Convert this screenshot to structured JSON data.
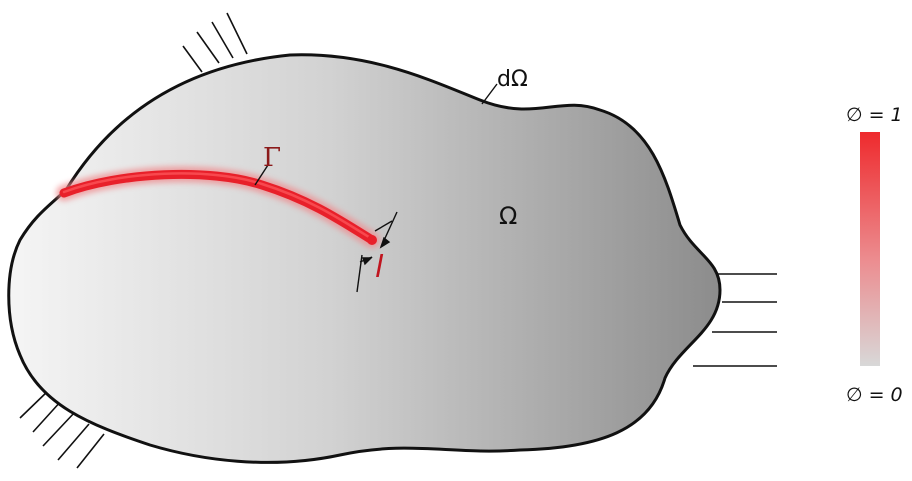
{
  "labels": {
    "boundary": "dΩ",
    "domain": "Ω",
    "crack": "Γ",
    "length": "l",
    "phi_top": "∅  = 1",
    "phi_bottom": "∅  = 0"
  },
  "colors": {
    "crack": "#e8202a",
    "crack_label": "#8b1a1a",
    "domain_light": "#f4f4f4",
    "domain_dark": "#8e8e8e",
    "outline": "#111111",
    "colorbar_top": "#ee2b2e",
    "colorbar_bottom": "#d6d6d6"
  }
}
